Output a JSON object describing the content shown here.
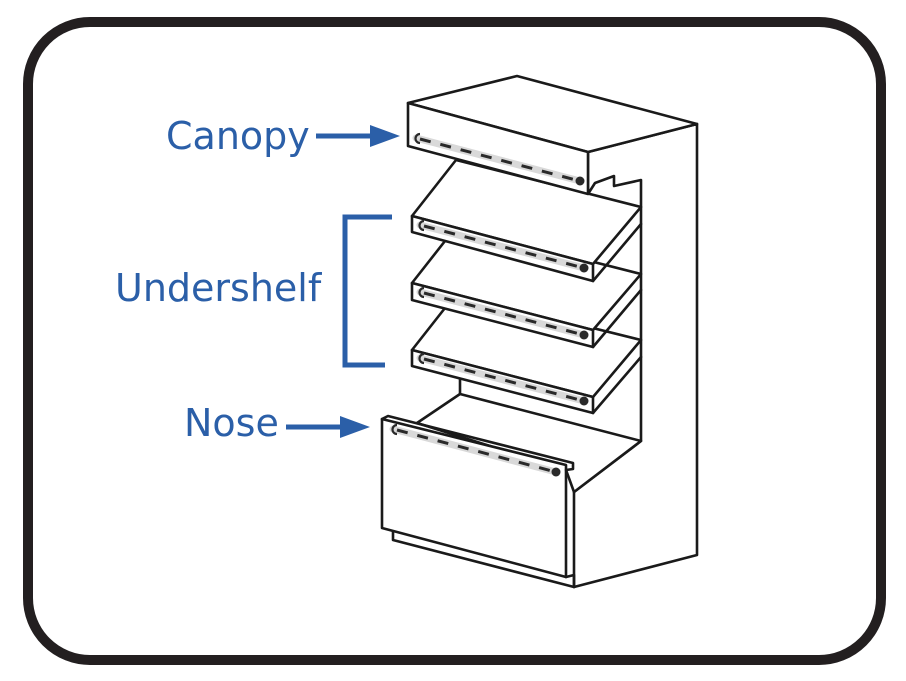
{
  "diagram": {
    "subject": "open-front refrigerated display case with LED light strips",
    "labels": {
      "canopy": "Canopy",
      "undershelf": "Undershelf",
      "nose": "Nose"
    },
    "colors": {
      "label": "#2b5fa8",
      "outline": "#1a1a1a",
      "frame": "#231f20",
      "light_strip": "#d9d9d9"
    },
    "components": [
      {
        "id": "canopy",
        "label_ref": "canopy",
        "pointer": "arrow",
        "light_strips": 1
      },
      {
        "id": "undershelf",
        "label_ref": "undershelf",
        "pointer": "bracket",
        "light_strips": 3
      },
      {
        "id": "nose",
        "label_ref": "nose",
        "pointer": "arrow",
        "light_strips": 1
      }
    ]
  }
}
